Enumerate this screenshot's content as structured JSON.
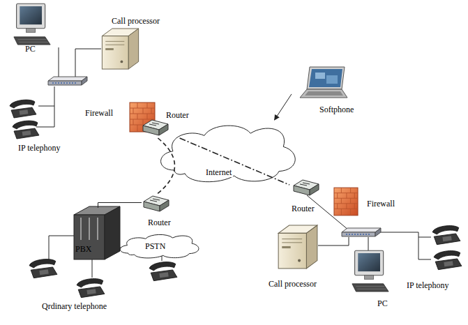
{
  "diagram": {
    "nodes": [
      {
        "text": [
          "PC"
        ]
      },
      {
        "text": [
          "Call processor"
        ]
      },
      {
        "text": [
          "Firewall"
        ]
      },
      {
        "text": [
          "Router"
        ]
      },
      {
        "text": [
          "IP telephony"
        ]
      },
      {
        "text": [
          "Softphone"
        ]
      },
      {
        "text": [
          "Internet"
        ]
      },
      {
        "text": [
          "Router"
        ]
      },
      {
        "text": [
          "Router"
        ]
      },
      {
        "text": [
          "Firewall"
        ]
      },
      {
        "text": [
          "PBX"
        ]
      },
      {
        "text": [
          "PSTN"
        ]
      },
      {
        "text": [
          "Call processor"
        ]
      },
      {
        "text": [
          "IP telephony"
        ]
      },
      {
        "text": [
          "Qrdinary telephone"
        ]
      },
      {
        "text": [
          "PC"
        ]
      }
    ],
    "edges": [
      {
        "from": 5,
        "to": 6,
        "arrow": "to"
      },
      {
        "from": 3,
        "to": 7,
        "arrow": "none"
      },
      {
        "from": 3,
        "to": 8,
        "arrow": "none"
      },
      {
        "from": 7,
        "to": 10,
        "arrow": "none"
      }
    ]
  }
}
